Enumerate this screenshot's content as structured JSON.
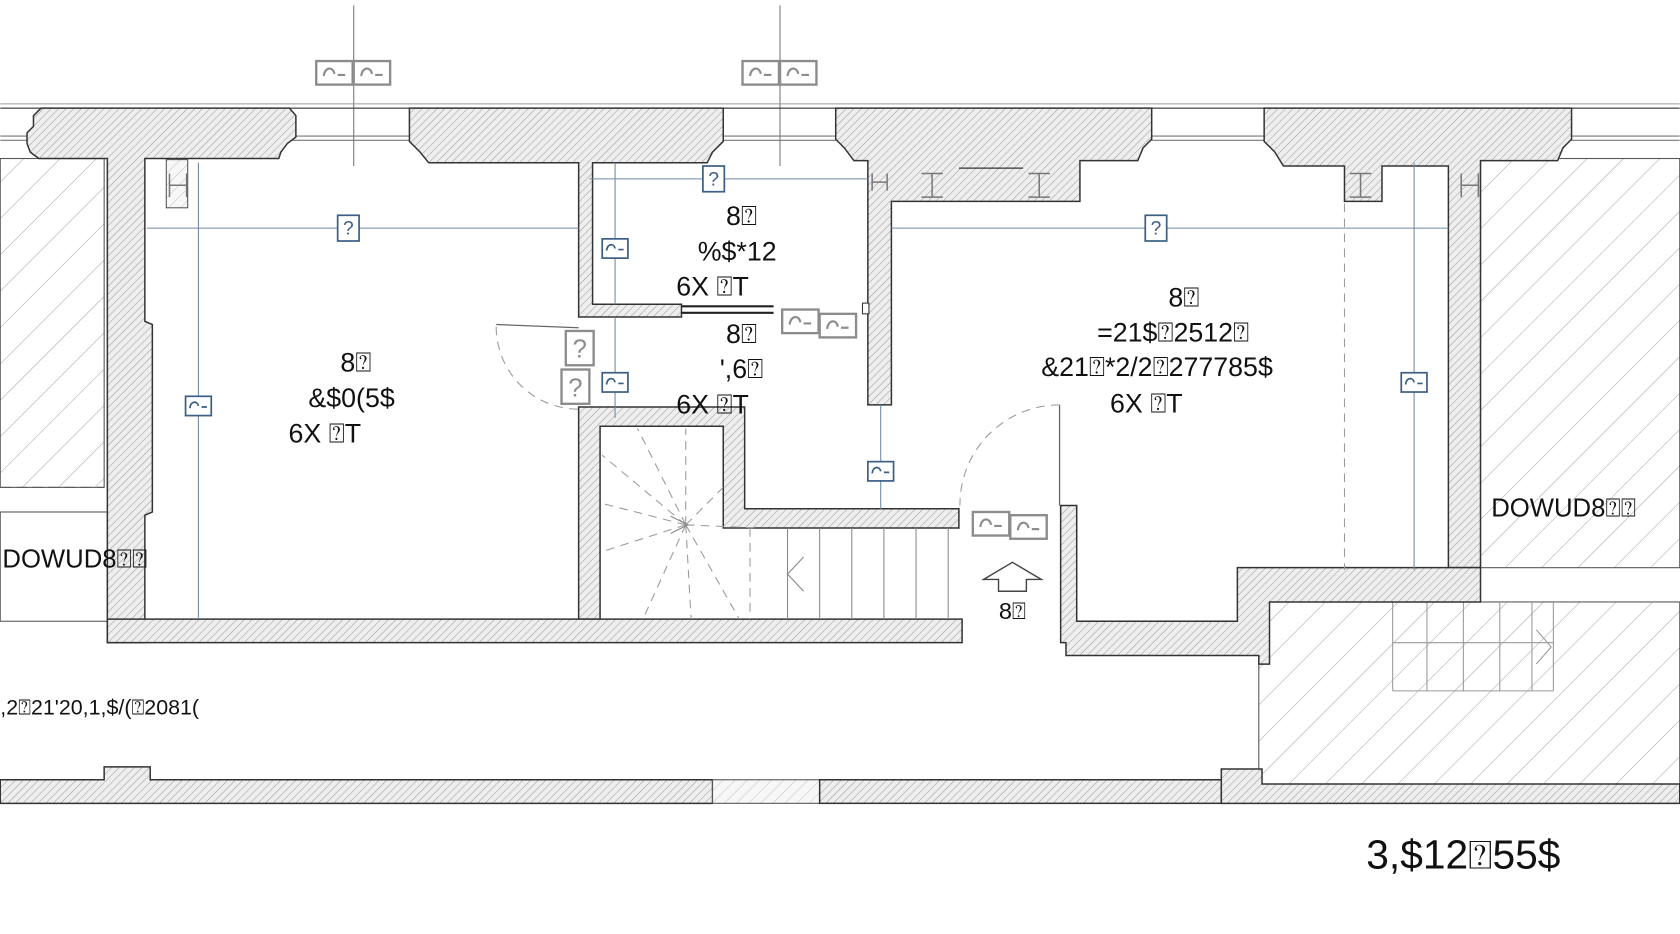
{
  "drawing": {
    "title": "3,$12⍰55$",
    "corridor_label": ",2⍰21'20,1,$/(⍰2081(",
    "entrance_label": "8⍰",
    "dimension_value": "?",
    "neighbor_label_right": "DOWUD8⍰⍰",
    "neighbor_label_left": "DOWUD8⍰⍰"
  },
  "rooms": [
    {
      "number": "8⍰",
      "name": "&$0(5$",
      "area": "6X ⍰T"
    },
    {
      "number": "8⍰",
      "name": "%$*12",
      "area": "6X ⍰T"
    },
    {
      "number": "8⍰",
      "name": "',6⍰",
      "area": "6X ⍰T"
    },
    {
      "number": "8⍰",
      "name": "=21$⍰2512⍰",
      "name_line2": "&21⍰*2/2⍰277785$",
      "area": "6X ⍰T"
    }
  ],
  "icons": {
    "entrance": "entrance-arrow-icon",
    "window_tag": "window-tag-icon",
    "column": "column-icon",
    "dimension_marker": "dimension-marker-icon"
  },
  "colors": {
    "background": "#ffffff",
    "wall_outline": "#333333",
    "hatch": "#8a8a8a",
    "dimension": "#3c5f85",
    "tag": "#8c8c8c",
    "text": "#111111"
  }
}
